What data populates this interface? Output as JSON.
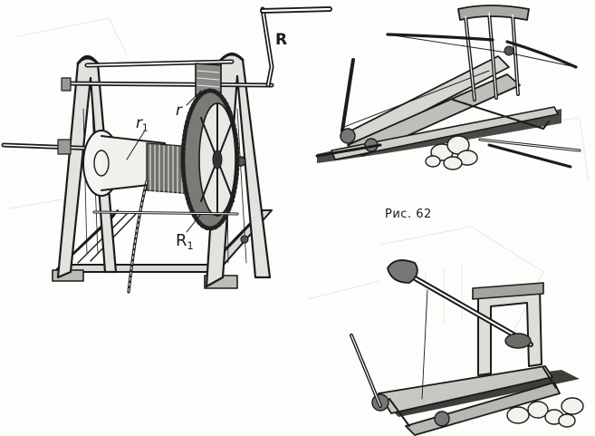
{
  "figure": {
    "caption": "Рис. 62",
    "winch_labels": {
      "r1": "r",
      "r1_sub": "1",
      "r": "r",
      "R": "R",
      "R1": "R",
      "R1_sub": "1"
    }
  }
}
